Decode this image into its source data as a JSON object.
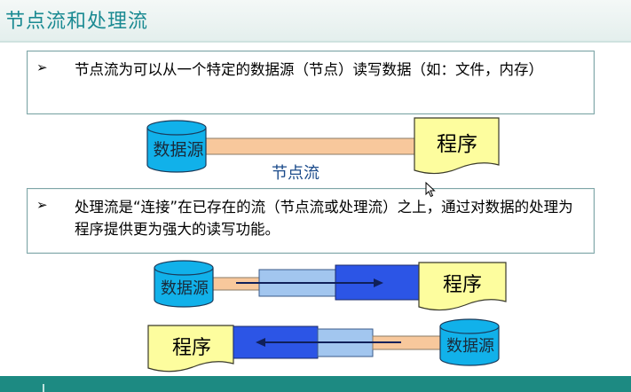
{
  "title": "节点流和处理流",
  "bullets": [
    {
      "marker": "➢",
      "text": "节点流为可以从一个特定的数据源（节点）读写数据（如：文件，内存）"
    },
    {
      "marker": "➢",
      "text": "处理流是“连接”在已存在的流（节点流或处理流）之上，通过对数据的处理为程序提供更为强大的读写功能。"
    }
  ],
  "diagram1": {
    "source_label": "数据源",
    "program_label": "程序",
    "stream_label": "节点流"
  },
  "diagram2": {
    "source_label": "数据源",
    "program_label": "程序",
    "direction": "source-to-program"
  },
  "diagram3": {
    "source_label": "数据源",
    "program_label": "程序",
    "direction": "program-to-source"
  },
  "colors": {
    "title": "#1a8a92",
    "cylinder": "#11b1ea",
    "program_doc": "#fdfd9e",
    "node_pipe": "#f8c89c",
    "light_stream": "#a2c6ef",
    "dark_stream": "#2c55e6",
    "footer": "#1d8a82"
  }
}
